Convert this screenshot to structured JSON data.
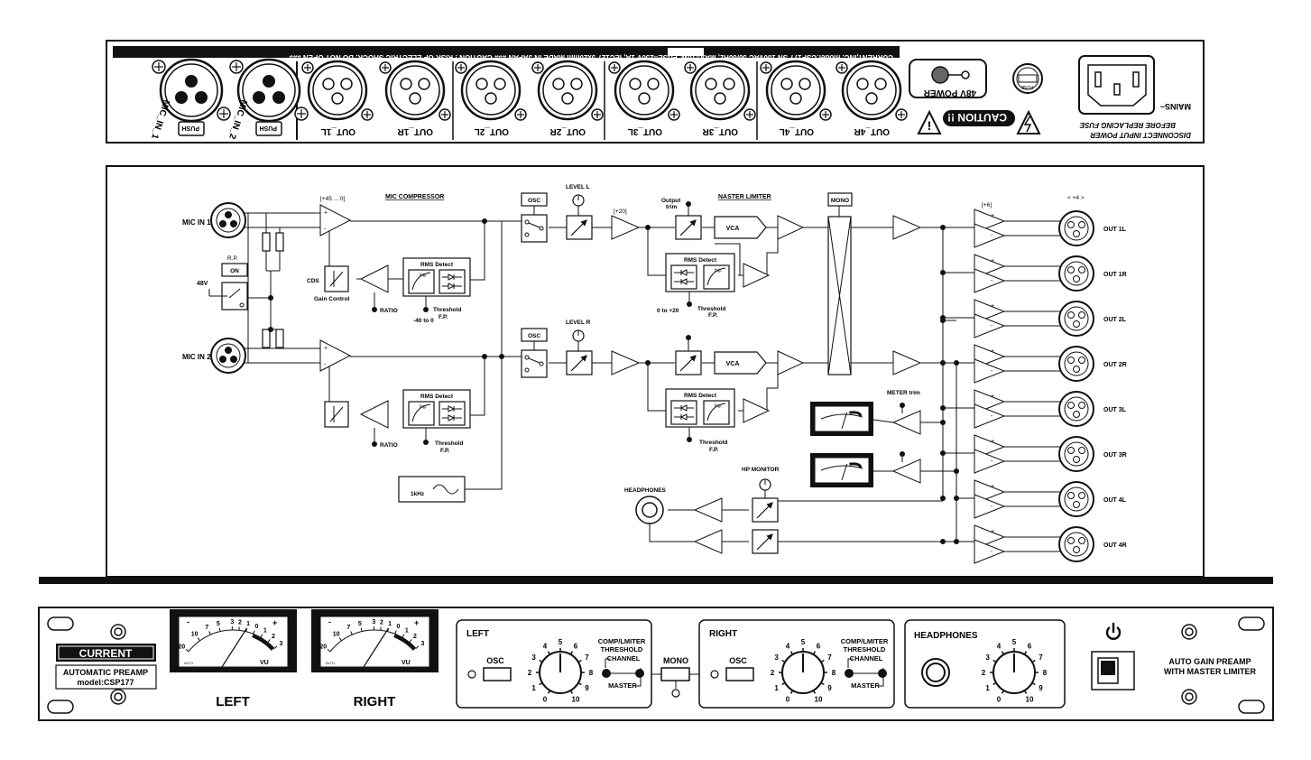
{
  "rear_panel": {
    "warning_strip": "CURRENT,INC. model:CSP177 SN                100VAC 50/60Hz, MAX=10W, FUSE=250V 1A, IEC127 5x20mm MADE IN JAPAN   ### CAUTION ! RISK OF ELECTRIC SHOCK. DO NOT OPEN ###",
    "mic_inputs": [
      "MIC_IN_1",
      "MIC_IN_2"
    ],
    "push_label": "PUSH",
    "outputs": [
      "OUT_1L",
      "OUT_1R",
      "OUT_2L",
      "OUT_2R",
      "OUT_3L",
      "OUT_3R",
      "OUT_4L",
      "OUT_4R"
    ],
    "phantom_label": "48V POWER",
    "caution_label": "CAUTION !!",
    "fuse_label": "FUSE",
    "mains_label": "MAINS~",
    "fuse_notice_1": "DISCONNECT INPUT POWER",
    "fuse_notice_2": "BEFORE REPLACING FUSE"
  },
  "diagram": {
    "mic_in_1": "MIC IN 1",
    "mic_in_2": "MIC IN 2",
    "gain_range": "[+45 ... 0]",
    "mic_compressor": "MIC COMPRESSOR",
    "rp": "R.P.",
    "on": "ON",
    "v48": "48V",
    "cds": "CDS",
    "gain_control": "Gain Control",
    "ratio": "RATIO",
    "rms_detect": "RMS Detect",
    "log": "log.",
    "threshold": "Threshold",
    "fp": "F.P.",
    "range_comp": "-40 to 0",
    "osc": "OSC",
    "level_l": "LEVEL L",
    "level_r": "LEVEL R",
    "gain_20": "[+20]",
    "output_trim_1": "Output",
    "output_trim_2": "trim",
    "master_limiter": "NASTER LIMITER",
    "vca": "VCA",
    "range_lim": "0 to +20",
    "mono": "MONO",
    "gain_6": "[+6]",
    "level_4": "< +4 >",
    "outputs": [
      "OUT 1L",
      "OUT 1R",
      "OUT 2L",
      "OUT 2R",
      "OUT 3L",
      "OUT 3R",
      "OUT 4L",
      "OUT 4R"
    ],
    "meter_trim": "METER trim",
    "hp_monitor": "HP MONITOR",
    "headphones": "HEADPHONES",
    "osc_freq": "1kHz"
  },
  "front_panel": {
    "brand": "CURRENT",
    "product_1": "AUTOMATIC PREAMP",
    "product_2": "model:CSP177",
    "meters": [
      {
        "label": "LEFT",
        "unit": "VU",
        "brand": "ALTO",
        "needle_vu": -1
      },
      {
        "label": "RIGHT",
        "unit": "VU",
        "brand": "ALTO",
        "needle_vu": -1
      }
    ],
    "vu_scale": [
      "20",
      "10",
      "7",
      "5",
      "3",
      "2",
      "1",
      "0",
      "1",
      "2",
      "3"
    ],
    "left_section": {
      "title": "LEFT",
      "osc": "OSC",
      "selector_1": "COMP/LMITER",
      "selector_2": "THRESHOLD",
      "channel": "CHANNEL",
      "master": "MASTER",
      "knob_value": 5
    },
    "mono": "MONO",
    "right_section": {
      "title": "RIGHT",
      "osc": "OSC",
      "selector_1": "COMP/LMITER",
      "selector_2": "THRESHOLD",
      "channel": "CHANNEL",
      "master": "MASTER",
      "knob_value": 5
    },
    "headphones_section": {
      "title": "HEADPHONES",
      "knob_value": 5
    },
    "knob_scale": [
      "0",
      "1",
      "2",
      "3",
      "4",
      "5",
      "6",
      "7",
      "8",
      "9",
      "10"
    ],
    "power_icon": "power-icon",
    "tagline_1": "AUTO GAIN PREAMP",
    "tagline_2": "WITH MASTER LIMITER"
  }
}
